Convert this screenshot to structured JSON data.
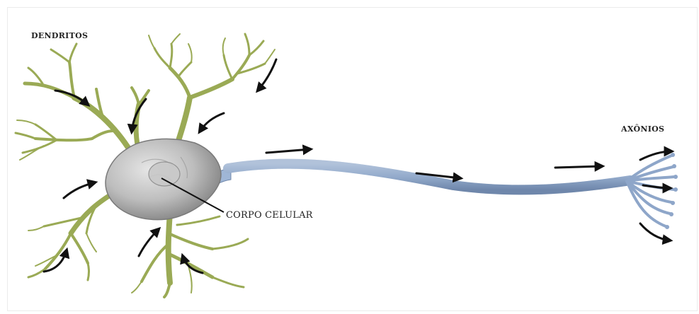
{
  "labels": {
    "dendrites": "DENDRITOS",
    "axons": "AXÔNIOS",
    "cell_body": "CORPO CELULAR"
  },
  "colors": {
    "dendrite": "#9aaa55",
    "dendrite_dark": "#6f7d34",
    "soma": "#b9b9b9",
    "soma_dark": "#8a8a8a",
    "axon": "#9fb6d6",
    "axon_dark": "#6f87ab",
    "arrow": "#111111",
    "text": "#222222"
  }
}
